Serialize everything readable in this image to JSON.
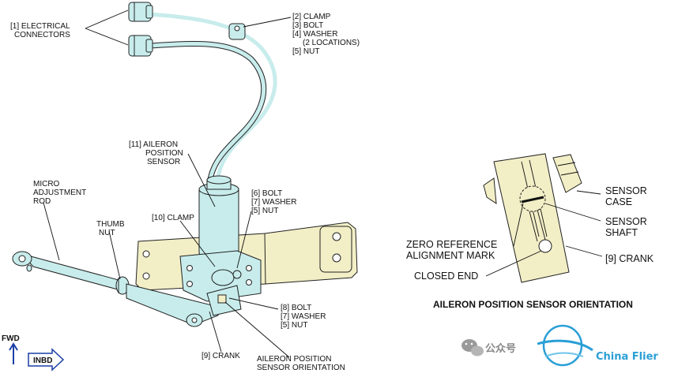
{
  "colors": {
    "sensor": "#c8ecec",
    "bracket": "#f2eec6",
    "crank": "#f2eec6",
    "cable": "#c8ecec",
    "fwd_blue": "#1a3fa6",
    "watermark_blue": "#2a9fd6"
  },
  "callouts": {
    "connectors": [
      "[1] ELECTRICAL",
      "CONNECTORS"
    ],
    "clamp_top": [
      "[2] CLAMP",
      "[3] BOLT",
      "[4] WASHER",
      "(2 LOCATIONS)",
      "[5] NUT"
    ],
    "sensor": [
      "[11] AILERON",
      "POSITION",
      "SENSOR"
    ],
    "micro_rod": [
      "MICRO",
      "ADJUSTMENT",
      "ROD"
    ],
    "thumb_nut": [
      "THUMB",
      "NUT"
    ],
    "clamp_mid": "[10] CLAMP",
    "bolt_upper": [
      "[6] BOLT",
      "[7] WASHER",
      "[5] NUT"
    ],
    "bolt_lower": [
      "[8] BOLT",
      "[7] WASHER",
      "[5] NUT"
    ],
    "crank_left": "[9] CRANK",
    "orientation_ref": [
      "AILERON POSITION",
      "SENSOR ORIENTATION"
    ]
  },
  "detail": {
    "sensor_case": [
      "SENSOR",
      "CASE"
    ],
    "sensor_shaft": [
      "SENSOR",
      "SHAFT"
    ],
    "zero_ref": [
      "ZERO REFERENCE",
      "ALIGNMENT MARK"
    ],
    "crank": "[9] CRANK",
    "closed_end": "CLOSED END",
    "title": "AILERON POSITION SENSOR ORIENTATION"
  },
  "badges": {
    "fwd": "FWD",
    "inbd": "INBD"
  },
  "watermark": {
    "text_cn": "公众号",
    "brand": "China Flier"
  }
}
